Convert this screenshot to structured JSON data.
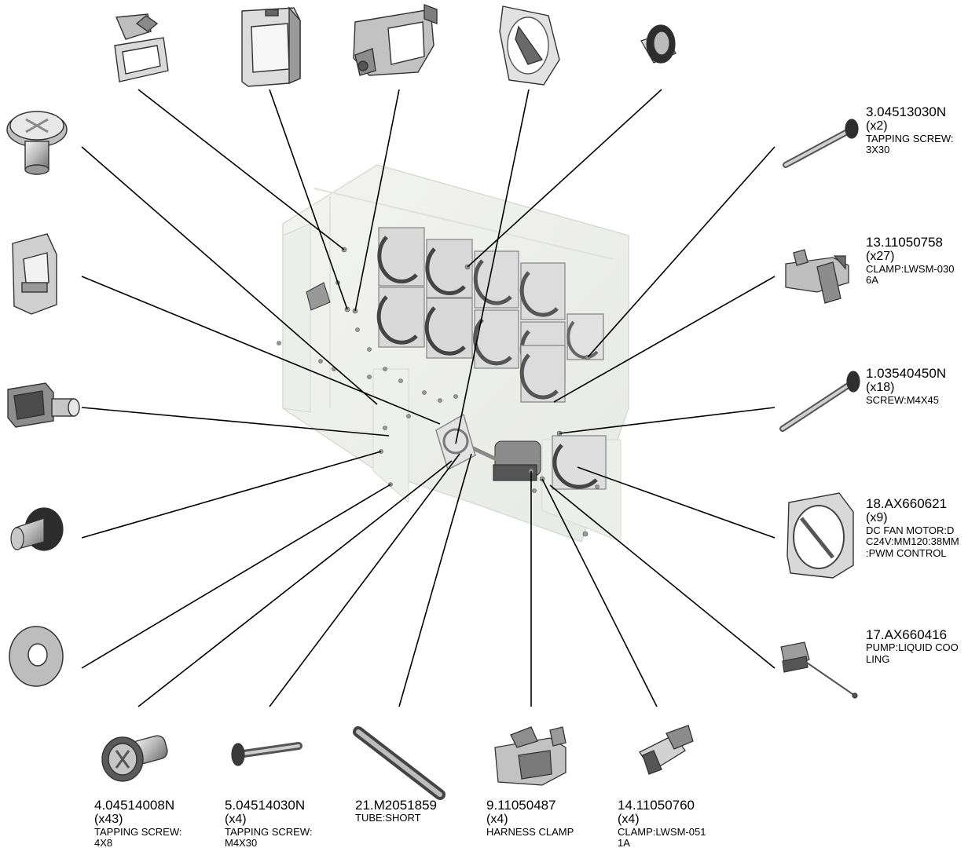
{
  "labels": {
    "l3": {
      "number": "3.04513030N",
      "qty": "(x2)",
      "desc1": "TAPPING SCREW:",
      "desc2": "3X30"
    },
    "l13": {
      "number": "13.11050758",
      "qty": "(x27)",
      "desc1": "CLAMP:LWSM-030",
      "desc2": "6A"
    },
    "l1": {
      "number": "1.03540450N",
      "qty": "(x18)",
      "desc1": "SCREW:M4X45"
    },
    "l18": {
      "number": "18.AX660621",
      "qty": "(x9)",
      "desc1": "DC FAN MOTOR:D",
      "desc2": "C24V:MM120:38MM",
      "desc3": ":PWM CONTROL"
    },
    "l17": {
      "number": "17.AX660416",
      "desc1": "PUMP:LIQUID COO",
      "desc2": "LING"
    },
    "l4": {
      "number": "4.04514008N",
      "qty": "(x43)",
      "desc1": "TAPPING SCREW:",
      "desc2": "4X8"
    },
    "l5": {
      "number": "5.04514030N",
      "qty": "(x4)",
      "desc1": "TAPPING SCREW:",
      "desc2": "M4X30"
    },
    "l21": {
      "number": "21.M2051859",
      "desc1": "TUBE:SHORT"
    },
    "l9": {
      "number": "9.11050487",
      "qty": "(x4)",
      "desc1": "HARNESS CLAMP"
    },
    "l14": {
      "number": "14.11050760",
      "qty": "(x4)",
      "desc1": "CLAMP:LWSM-051",
      "desc2": "1A"
    }
  }
}
